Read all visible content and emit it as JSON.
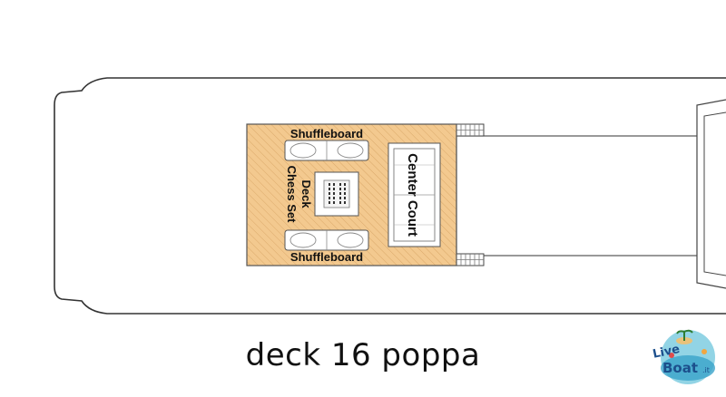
{
  "caption": "deck 16 poppa",
  "areas": {
    "shuffleboard_top": "Shuffleboard",
    "shuffleboard_bottom": "Shuffleboard",
    "chess_line1": "Deck",
    "chess_line2": "Chess Set",
    "court_label": "Center Court"
  },
  "logo": {
    "text_live": "Live",
    "text_boat": "Boat",
    "text_domain": ".it"
  },
  "colors": {
    "deck_wood": "#f3c98f",
    "wood_line": "#d9a86a",
    "hull_outline": "#333333",
    "court_fill": "#ffffff"
  }
}
